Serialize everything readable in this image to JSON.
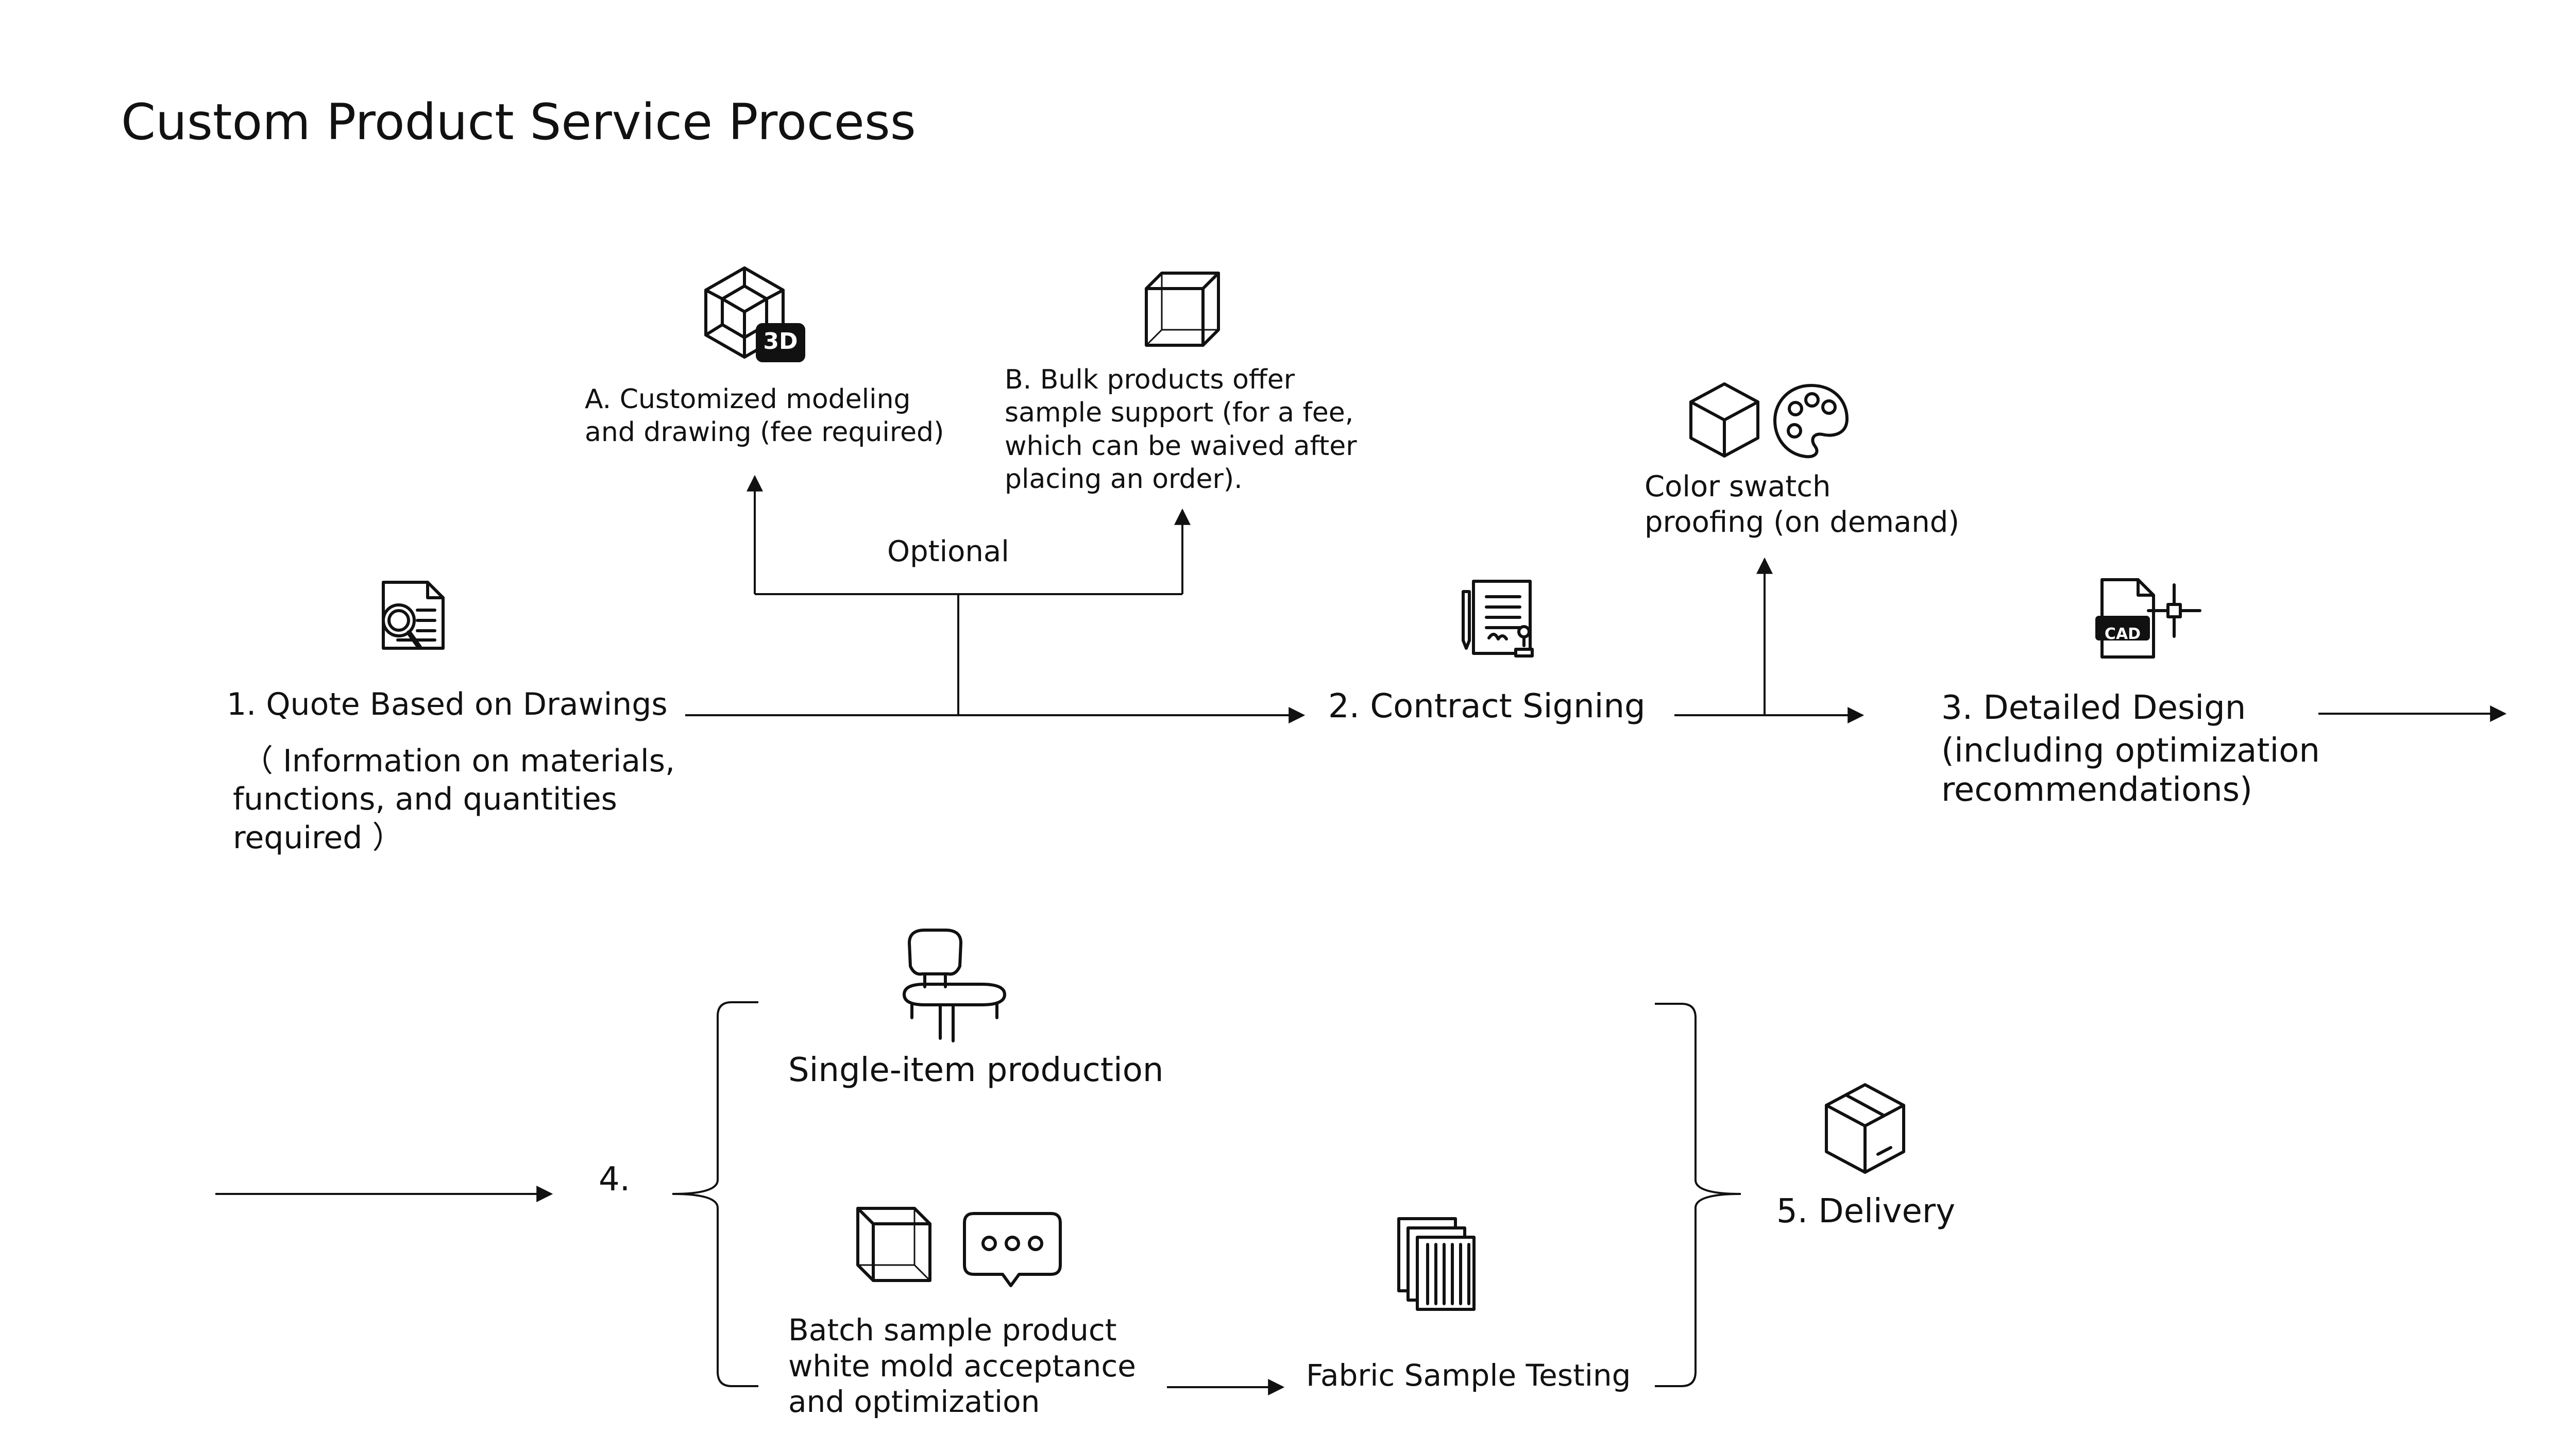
{
  "title": "Custom Product Service Process",
  "optional_label": "Optional",
  "step1": {
    "title": "1. Quote Based on Drawings",
    "note_lines": [
      "（ Information on materials,",
      "functions, and quantities",
      "required ）"
    ]
  },
  "option_a": {
    "lines": [
      "A. Customized modeling",
      "and drawing (fee required)"
    ],
    "badge": "3D"
  },
  "option_b": {
    "lines": [
      "B. Bulk products offer",
      "sample support (for a fee,",
      "which can be waived after",
      "placing an order)."
    ]
  },
  "step2": {
    "title": "2.  Contract Signing"
  },
  "color_swatch": {
    "lines": [
      "Color swatch",
      "proofing (on demand)"
    ]
  },
  "step3": {
    "title": "3. Detailed Design",
    "note_lines": [
      "(including optimization",
      "recommendations)"
    ],
    "badge": "CAD"
  },
  "step4": {
    "title": "4.",
    "single": "Single-item production",
    "batch_lines": [
      "Batch sample product",
      "white mold acceptance",
      "and optimization"
    ],
    "fabric": "Fabric Sample Testing"
  },
  "step5": {
    "title": "5. Delivery"
  },
  "icons": {
    "quote": "document-magnifier-icon",
    "modeling": "3d-model-icon",
    "sample": "wireframe-cube-icon",
    "contract": "contract-pen-icon",
    "swatch_cube": "cube-icon",
    "palette": "palette-icon",
    "cad": "cad-file-icon",
    "chair": "chair-icon",
    "batch_cube": "wireframe-cube-icon",
    "chat": "chat-bubble-icon",
    "fabric": "fabric-swatches-icon",
    "box": "package-box-icon"
  },
  "colors": {
    "ink": "#111111",
    "background": "#ffffff"
  }
}
